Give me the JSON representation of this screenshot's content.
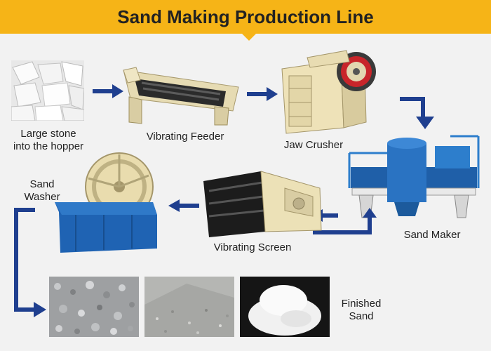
{
  "header": {
    "title": "Sand Making Production Line"
  },
  "steps": {
    "stone": "Large stone\ninto the hopper",
    "feeder": "Vibrating Feeder",
    "jaw": "Jaw Crusher",
    "maker": "Sand Maker",
    "screen": "Vibrating Screen",
    "washer": "Sand\nWasher",
    "finished": "Finished\nSand"
  },
  "colors": {
    "banner": "#f6b417",
    "arrow": "#1f3f8f",
    "background": "#f2f2f2"
  }
}
